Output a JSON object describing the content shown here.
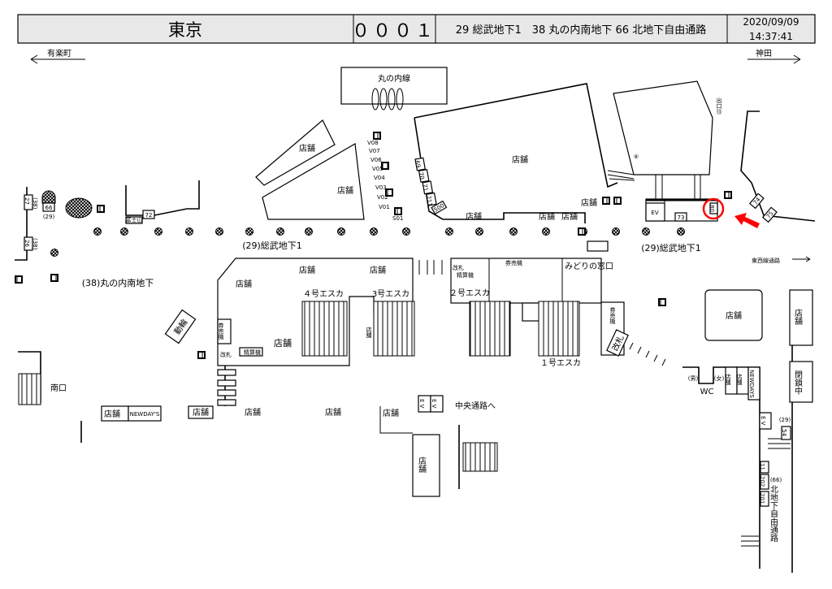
{
  "header": {
    "station": "東京",
    "code": "０００１",
    "lines": "29 総武地下1　38 丸の内南地下 66 北地下自由通路",
    "date": "2020/09/09",
    "time": "14:37:41"
  },
  "directions": {
    "left": "有楽町",
    "right": "神田",
    "east": "東西線通路"
  },
  "colors": {
    "header_bg": "#e8e8e8",
    "highlight": "#ff0000"
  },
  "map": {
    "labels": [
      "丸の内線",
      "店舗",
      "店舗",
      "店舗",
      "店舗",
      "店舗",
      "店舗",
      "店舗",
      "(29)総武地下1",
      "(29)総武地下1",
      "(38)丸の内南地下",
      "店舗",
      "店舗",
      "店舗",
      "４号エスカ",
      "3号エスカ",
      "２号エスカ",
      "店舗",
      "店舗",
      "改札",
      "精算機",
      "券売機",
      "みどりの窓口",
      "券売機",
      "改札",
      "１号エスカ",
      "動輪",
      "券売機",
      "改札",
      "精算機",
      "南口",
      "店舗",
      "NEWDAY'S",
      "店舗",
      "店舗",
      "店舗",
      "店舗",
      "店舗",
      "中央通路へ",
      "店舗",
      "店舗",
      "閉鎖中",
      "WC",
      "(男)",
      "(女)",
      "店舗",
      "店舗",
      "NEWDAYS",
      "(29)",
      "(66)",
      "北地下自由通路",
      "出口⑬",
      "⑥",
      "(29)",
      "EV",
      "E V",
      "E V",
      "E V"
    ],
    "tags": [
      "27",
      "(38)",
      "66",
      "26",
      "(38)",
      "72",
      "富士山",
      "69",
      "70",
      "71",
      "211",
      "500",
      "73",
      "80",
      "74",
      "75",
      "54",
      "11",
      "202",
      "201",
      "V08",
      "V07",
      "V06",
      "V05",
      "V04",
      "V03",
      "V02",
      "V01",
      "S01"
    ],
    "highlighted_tag": "80"
  }
}
